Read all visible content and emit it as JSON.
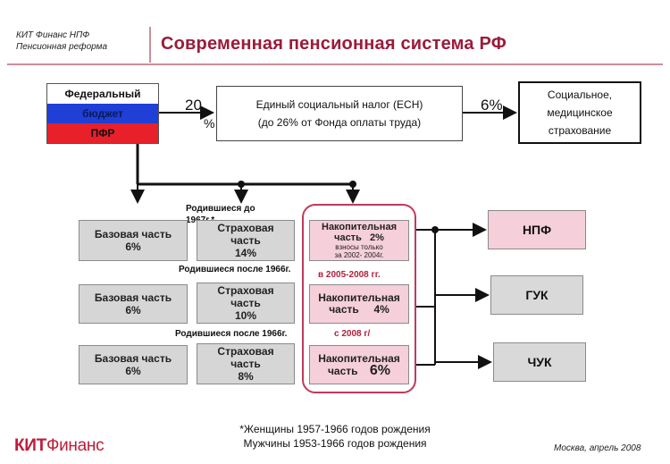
{
  "header": {
    "company_line": "КИТ Финанс НПФ",
    "subtitle_line": "Пенсионная реформа",
    "title": "Современная пенсионная система РФ"
  },
  "flag": {
    "federal": "Федеральный",
    "budget": "бюджет",
    "pfr": "ПФР",
    "colors": {
      "white": "#ffffff",
      "blue": "#1f3fd6",
      "red": "#e8202a"
    }
  },
  "esn": {
    "pct_left": "20",
    "pct_left_sign": "%",
    "line1": "Единый социальный налог (ЕСН)",
    "line2": "(до 26% от Фонда оплаты труда)",
    "pct_right": "6%"
  },
  "social": {
    "line1": "Социальное,",
    "line2": "медицинское",
    "line3": "страхование"
  },
  "groups": {
    "born_before": "Родившиеся до 1967г.*",
    "born_after_1": "Родившиеся после 1966г.",
    "born_after_2": "Родившиеся после 1966г."
  },
  "rows": [
    {
      "base_1": "Базовая часть",
      "base_2": "6%",
      "ins_1": "Страховая",
      "ins_2": "часть",
      "ins_3": "14%",
      "fund_1": "Накопительная",
      "fund_2": "часть",
      "fund_pct": "2%",
      "fund_note_1": "взносы только",
      "fund_note_2": "за 2002- 2004г."
    },
    {
      "base_1": "Базовая часть",
      "base_2": "6%",
      "ins_1": "Страховая",
      "ins_2": "часть",
      "ins_3": "10%",
      "fund_1": "Накопительная",
      "fund_2": "часть",
      "fund_pct": "4%"
    },
    {
      "base_1": "Базовая часть",
      "base_2": "6%",
      "ins_1": "Страховая",
      "ins_2": "часть",
      "ins_3": "8%",
      "fund_1": "Накопительная",
      "fund_2": "часть",
      "fund_pct": "6%"
    }
  ],
  "periods": {
    "p1": "в 2005-2008 гг.",
    "p2": "с 2008 г/"
  },
  "targets": {
    "npf": "НПФ",
    "guk": "ГУК",
    "chuk": "ЧУК"
  },
  "footnote": {
    "line1": "*Женщины 1957-1966 годов рождения",
    "line2": "Мужчины 1953-1966 годов рождения"
  },
  "footer": {
    "logo_part1": "КИТ",
    "logo_part2": "Финанс",
    "place_date": "Москва, апрель 2008"
  }
}
